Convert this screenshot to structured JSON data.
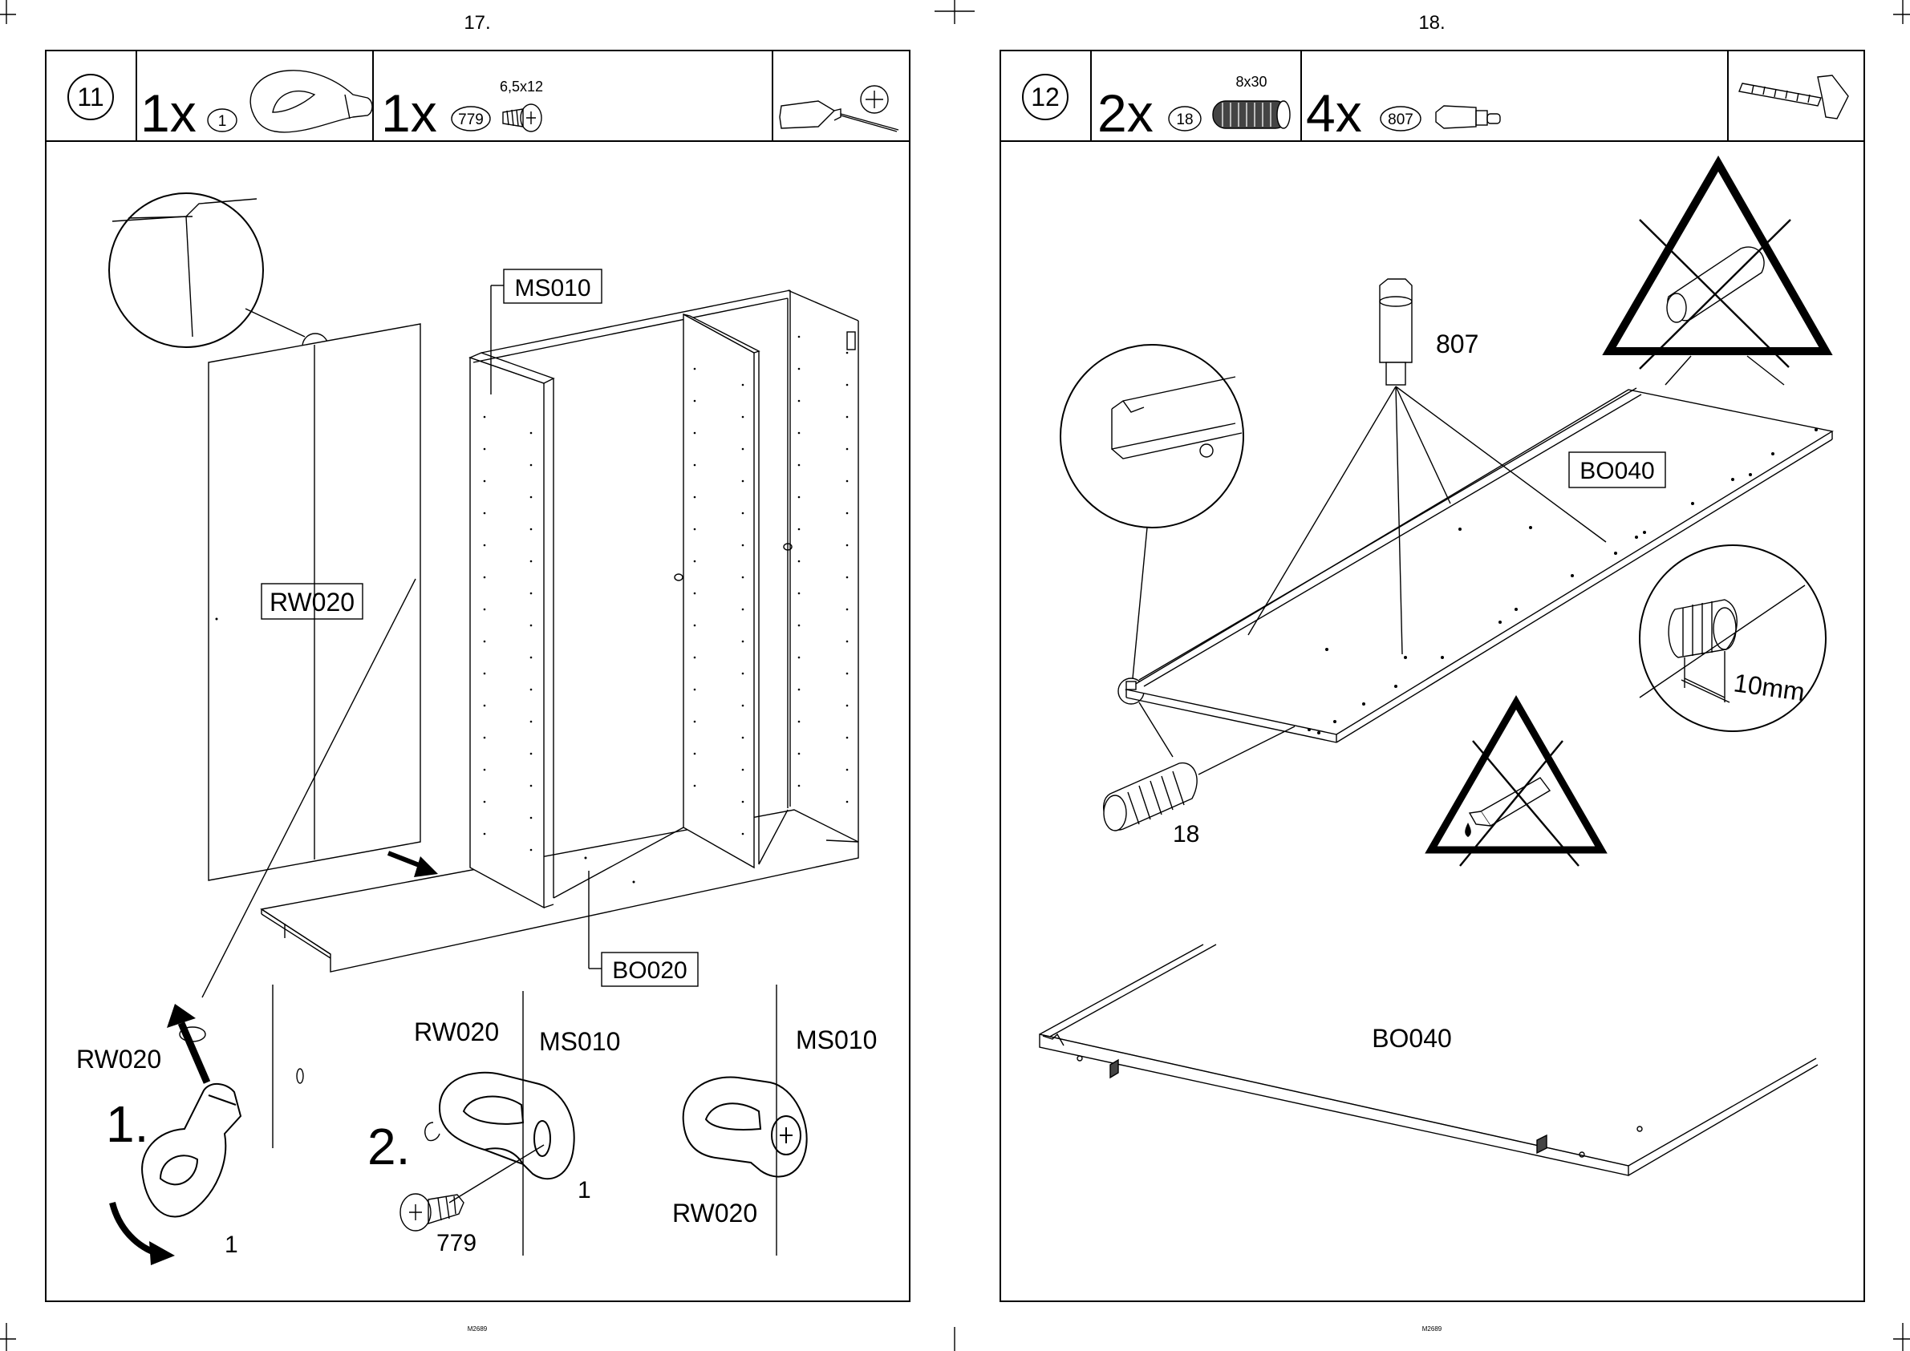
{
  "pages": [
    {
      "page_number": "17.",
      "footer_code": "M2689",
      "step_number": "11",
      "parts": [
        {
          "qty": "1x",
          "ref": "1"
        },
        {
          "qty": "1x",
          "ref": "779",
          "size": "6,5x12"
        }
      ],
      "tool_icon": "screwdriver-icon",
      "labels": {
        "ms010_box": "MS010",
        "rw020_box": "RW020",
        "bo020_box": "BO020",
        "detail1_rw020": "RW020",
        "detail1_step": "1.",
        "detail1_part": "1",
        "detail2_rw020": "RW020",
        "detail2_ms010": "MS010",
        "detail2_step": "2.",
        "detail2_part": "1",
        "detail2_screw": "779",
        "detail3_ms010": "MS010",
        "detail3_rw020": "RW020"
      }
    },
    {
      "page_number": "18.",
      "footer_code": "M2689",
      "step_number": "12",
      "parts": [
        {
          "qty": "2x",
          "ref": "18",
          "size": "8x30"
        },
        {
          "qty": "4x",
          "ref": "807"
        }
      ],
      "tool_icon": "hammer-icon",
      "labels": {
        "pin_807": "807",
        "bo040_box": "BO040",
        "dowel_18": "18",
        "depth": "10mm",
        "bo040_bottom": "BO040"
      }
    }
  ],
  "warning_icons": [
    "no-hammering-dowel-icon",
    "no-glue-icon"
  ]
}
